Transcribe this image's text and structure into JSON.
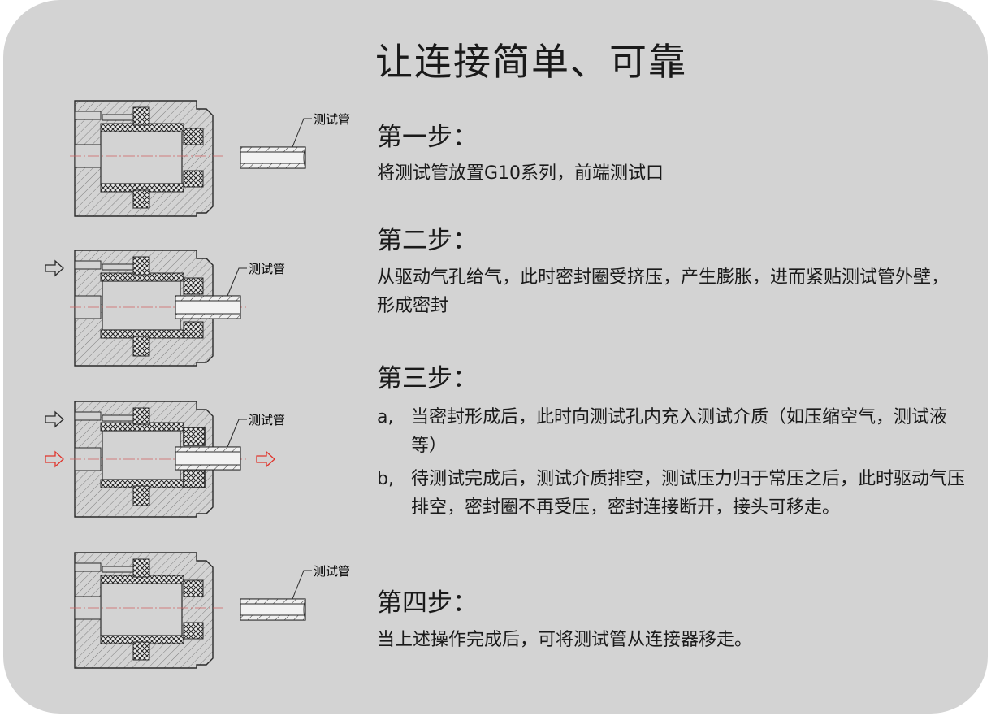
{
  "title": "让连接简单、可靠",
  "steps": [
    {
      "heading": "第一步：",
      "text": "将测试管放置G10系列，前端测试口"
    },
    {
      "heading": "第二步：",
      "text": "从驱动气孔给气，此时密封圈受挤压，产生膨胀，进而紧贴测试管外壁，形成密封"
    },
    {
      "heading": "第三步：",
      "items": [
        {
          "label": "a,",
          "text": "当密封形成后，此时向测试孔内充入测试介质（如压缩空气，测试液等）"
        },
        {
          "label": "b,",
          "text": "待测试完成后，测试介质排空，测试压力归于常压之后，此时驱动气压排空，密封圈不再受压，密封连接断开，接头可移走。"
        }
      ]
    },
    {
      "heading": "第四步：",
      "text": "当上述操作完成后，可将测试管从连接器移走。"
    }
  ],
  "figures": [
    {
      "tube_label": "测试管"
    },
    {
      "tube_label": "测试管"
    },
    {
      "tube_label": "测试管"
    },
    {
      "tube_label": "测试管"
    }
  ],
  "colors": {
    "background": "#d3d3d3",
    "text": "#1a1a1a",
    "line": "#2a2a2a",
    "arrow_drive": "#2a2a2a",
    "arrow_test": "#e0342c",
    "centerline": "#d06060"
  },
  "icons": {
    "drive_arrow": "hollow-right-arrow-icon",
    "test_arrow": "hollow-right-arrow-icon-red"
  }
}
